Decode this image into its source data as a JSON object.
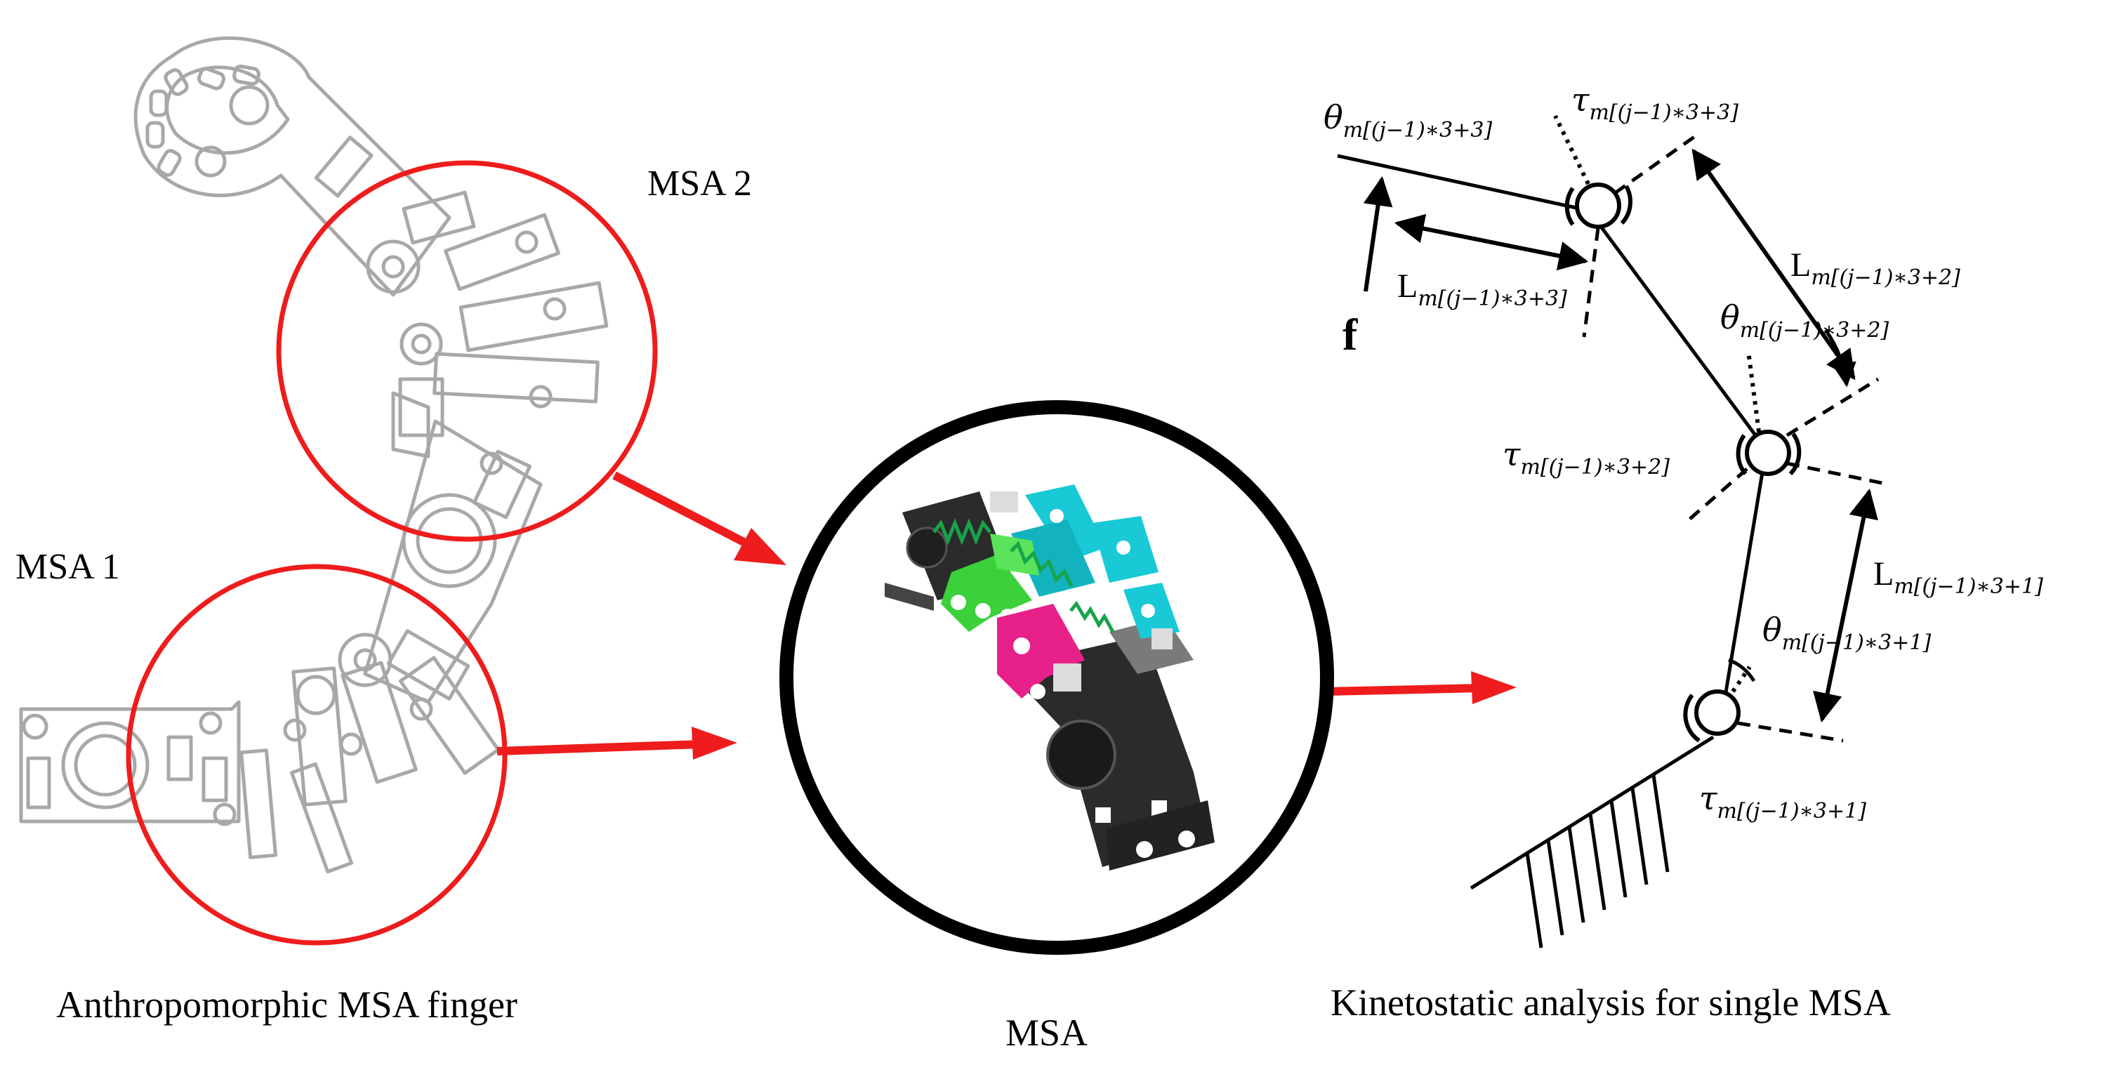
{
  "labels": {
    "msa1": "MSA 1",
    "msa2": "MSA 2",
    "caption_finger": "Anthropomorphic MSA finger",
    "caption_msa": "MSA",
    "caption_analysis": "Kinetostatic analysis for single MSA",
    "force": "f"
  },
  "symbols": {
    "theta_prefix": "θ",
    "tau_prefix": "τ",
    "L_prefix": "L",
    "theta_3_sub": "m[(j−1)∗3+3]",
    "tau_3_sub": "m[(j−1)∗3+3]",
    "L_3_sub": "m[(j−1)∗3+3]",
    "L_2_sub": "m[(j−1)∗3+2]",
    "theta_2_sub": "m[(j−1)∗3+2]",
    "tau_2_sub": "m[(j−1)∗3+2]",
    "L_1_sub": "m[(j−1)∗3+1]",
    "theta_1_sub": "m[(j−1)∗3+1]",
    "tau_1_sub": "m[(j−1)∗3+1]"
  },
  "colors": {
    "highlight": "#ee1c1c",
    "finger_outline": "#a8a8a8",
    "body_dark": "#2b2b2b",
    "link_green": "#3ad13a",
    "link_cyan": "#19c9d6",
    "link_magenta": "#e8208a",
    "spring": "#17a34a"
  }
}
